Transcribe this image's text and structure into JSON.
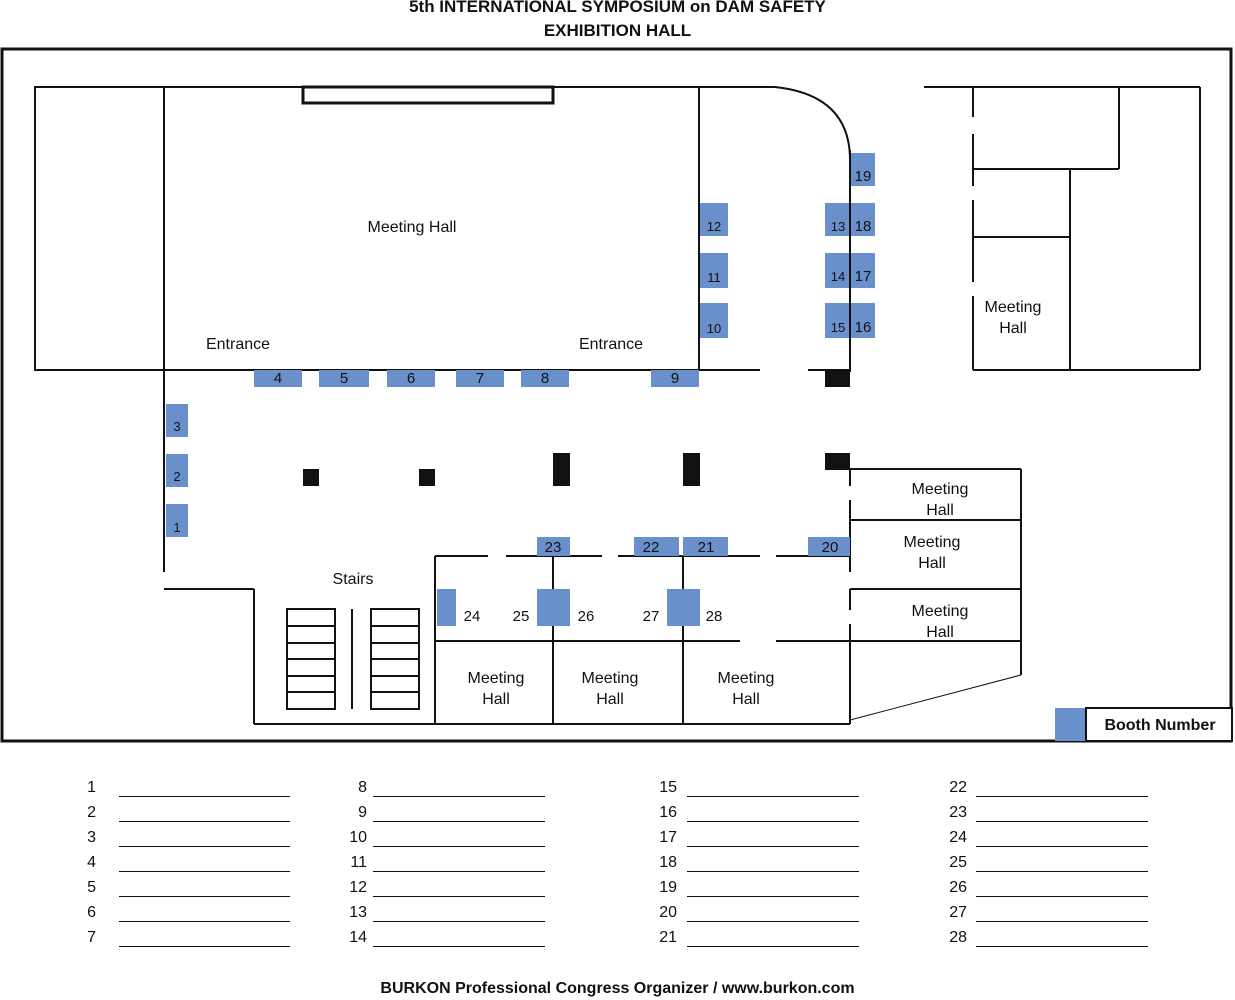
{
  "header": {
    "title": "5th INTERNATIONAL SYMPOSIUM on DAM SAFETY",
    "subtitle": "EXHIBITION HALL"
  },
  "plan": {
    "meeting_hall_label": "Meeting Hall",
    "meeting_label": "Meeting",
    "hall_label": "Hall",
    "entrance_label": "Entrance",
    "stairs_label": "Stairs"
  },
  "booth_color": "#6a90cc",
  "legend": {
    "label": "Booth Number"
  },
  "booths": [
    "1",
    "2",
    "3",
    "4",
    "5",
    "6",
    "7",
    "8",
    "9",
    "10",
    "11",
    "12",
    "13",
    "14",
    "15",
    "16",
    "17",
    "18",
    "19",
    "20",
    "21",
    "22",
    "23",
    "24",
    "25",
    "26",
    "27",
    "28"
  ],
  "footer": {
    "text": "BURKON Professional Congress Organizer / www.burkon.com"
  }
}
